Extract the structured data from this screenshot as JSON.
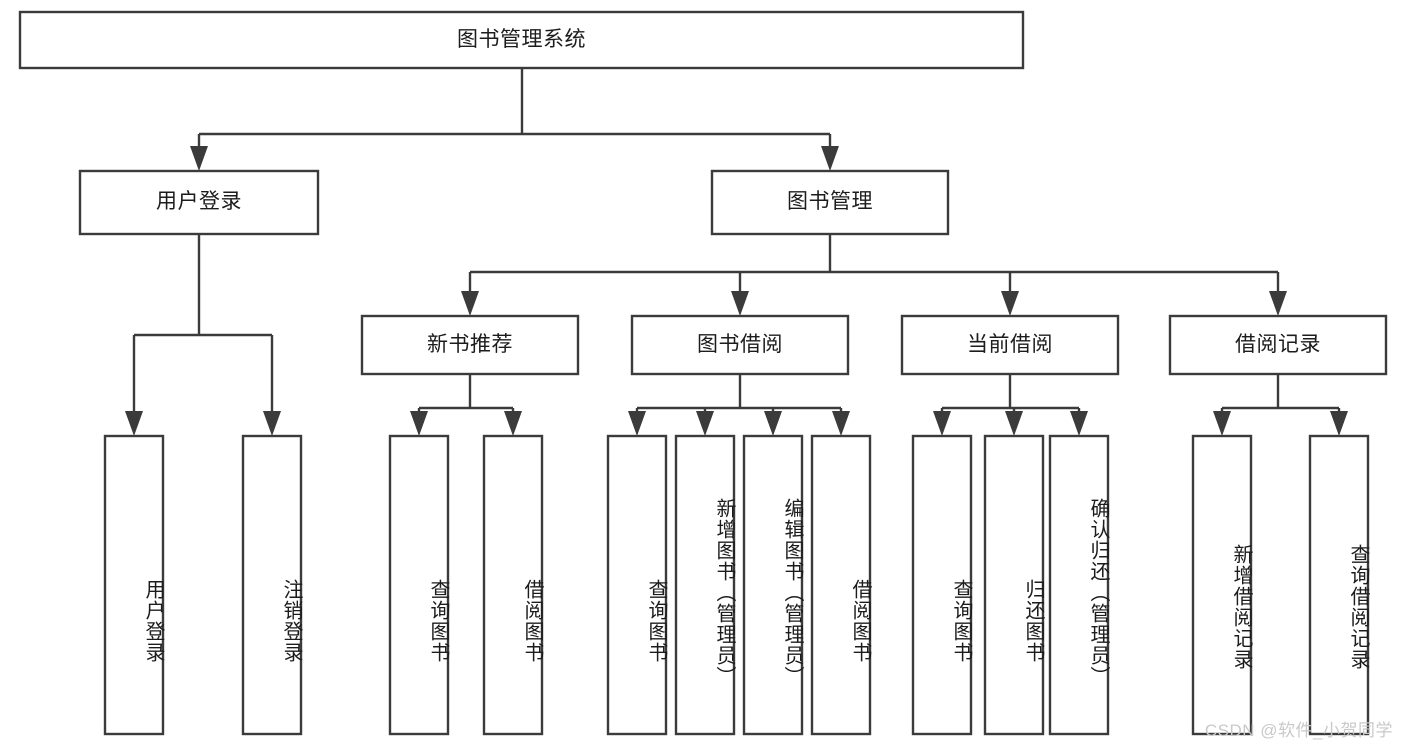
{
  "diagram": {
    "type": "tree",
    "title": "图书管理系统",
    "orientation": "top-down",
    "colors": {
      "box_stroke": "#3b3b3b",
      "box_fill": "#ffffff",
      "text": "#1c1c1c",
      "watermark": "#c9c9c9",
      "background": "#ffffff"
    },
    "root": {
      "label": "图书管理系统"
    },
    "level2": [
      {
        "label": "用户登录"
      },
      {
        "label": "图书管理"
      }
    ],
    "level3": [
      {
        "label": "新书推荐"
      },
      {
        "label": "图书借阅"
      },
      {
        "label": "当前借阅"
      },
      {
        "label": "借阅记录"
      }
    ],
    "leaves": {
      "user_login": [
        {
          "label": "用户登录"
        },
        {
          "label": "注销登录"
        }
      ],
      "new_book_recommend": [
        {
          "label": "查询图书"
        },
        {
          "label": "借阅图书"
        }
      ],
      "book_borrow": [
        {
          "label": "查询图书"
        },
        {
          "label": "新增图书（管理员）"
        },
        {
          "label": "编辑图书（管理员）"
        },
        {
          "label": "借阅图书"
        }
      ],
      "current_borrow": [
        {
          "label": "查询图书"
        },
        {
          "label": "归还图书"
        },
        {
          "label": "确认归还（管理员）"
        }
      ],
      "borrow_record": [
        {
          "label": "新增借阅记录"
        },
        {
          "label": "查询借阅记录"
        }
      ]
    }
  },
  "watermark": {
    "text": "CSDN @软件_小贺同学"
  }
}
